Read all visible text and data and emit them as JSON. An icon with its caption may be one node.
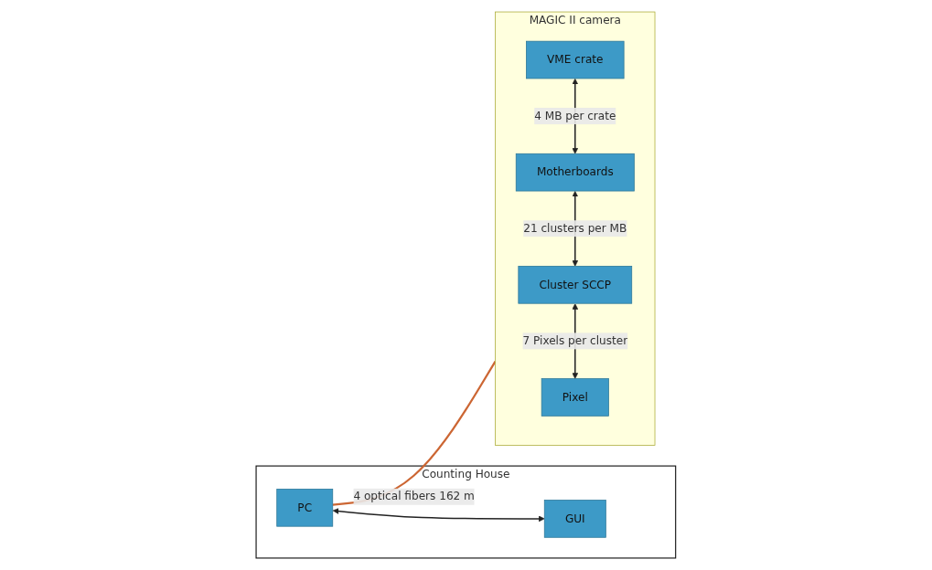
{
  "diagram": {
    "nodes": [
      {
        "text": [
          "Counting House"
        ]
      },
      {
        "text": [
          "PC"
        ],
        "in": 0
      },
      {
        "text": [
          "GUI"
        ],
        "in": 0
      },
      {
        "text": [
          "MAGIC II camera"
        ]
      },
      {
        "text": [
          "VME crate"
        ],
        "in": 3
      },
      {
        "text": [
          "Motherboards"
        ],
        "in": 3
      },
      {
        "text": [
          "Cluster SCCP"
        ],
        "in": 3
      },
      {
        "text": [
          "Pixel"
        ],
        "in": 3
      }
    ],
    "edges": [
      {
        "from": 1,
        "to": 2,
        "arrow": "both"
      },
      {
        "from": 1,
        "to": 3,
        "arrow": "none",
        "label": "4 optical fibers 162 m",
        "color": "#cc6633"
      },
      {
        "from": 4,
        "to": 5,
        "arrow": "both",
        "label": "4 MB per crate"
      },
      {
        "from": 5,
        "to": 6,
        "arrow": "both",
        "label": "21 clusters per MB"
      },
      {
        "from": 6,
        "to": 7,
        "arrow": "both",
        "label": "7 Pixels per cluster"
      }
    ]
  }
}
